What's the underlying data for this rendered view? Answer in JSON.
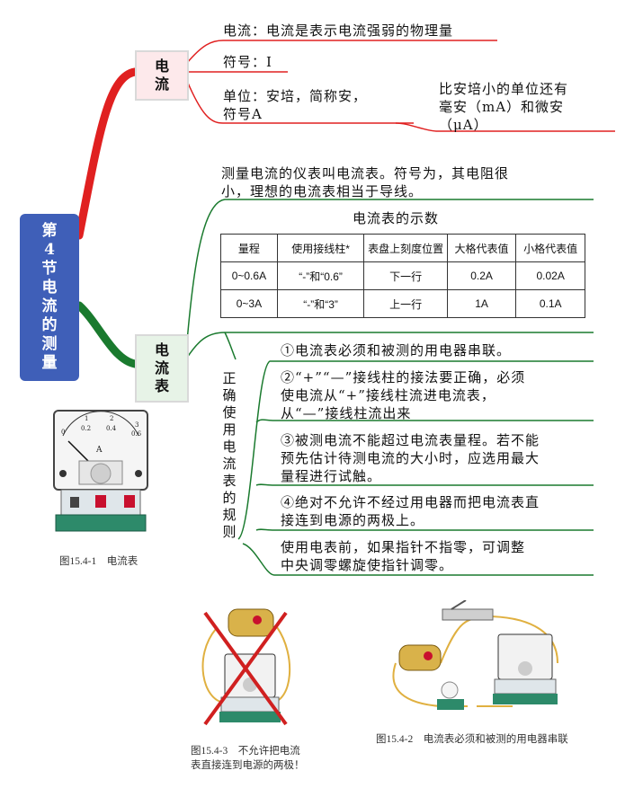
{
  "root": {
    "title": "第4节电流的测量"
  },
  "current_branch": {
    "label": "电流",
    "definition": "电流：电流是表示电流强弱的物理量",
    "symbol": "符号：I",
    "unit": "单位：安培，简称安，\n符号A",
    "subunit": "比安培小的单位还有\n毫安（mA）和微安\n（μA）"
  },
  "ammeter_branch": {
    "label": "电流表",
    "description": "测量电流的仪表叫电流表。符号为，其电阻很\n小，理想的电流表相当于导线。",
    "table": {
      "title": "电流表的示数",
      "headers": [
        "量程",
        "使用接线柱*",
        "表盘上刻度位置",
        "大格代表值",
        "小格代表值"
      ],
      "rows": [
        [
          "0~0.6A",
          "“-”和“0.6”",
          "下一行",
          "0.2A",
          "0.02A"
        ],
        [
          "0~3A",
          "“-”和“3”",
          "上一行",
          "1A",
          "0.1A"
        ]
      ]
    },
    "rules_label": "正确使用电流表的规则",
    "rules": [
      "①电流表必须和被测的用电器串联。",
      "②“+”“—”接线柱的接法要正确，必须\n使电流从“+”接线柱流进电流表，\n从“—”接线柱流出来",
      "③被测电流不能超过电流表量程。若不能\n预先估计待测电流的大小时，应选用最大\n量程进行试触。",
      "④绝对不允许不经过用电器而把电流表直\n接连到电源的两极上。",
      "使用电表前，如果指针不指零，可调整\n中央调零螺旋使指针调零。"
    ]
  },
  "figures": {
    "fig1": {
      "caption": "图15.4-1　电流表",
      "dial_labels": [
        "0",
        "0.2",
        "0.4",
        "0.6",
        "1",
        "2",
        "3"
      ],
      "unit": "A"
    },
    "fig3": {
      "caption": "图15.4-3　不允许把电流\n表直接连到电源的两极！"
    },
    "fig2": {
      "caption": "图15.4-2　电流表必须和被测的用电器串联"
    }
  },
  "colors": {
    "red_branch": "#e02020",
    "green_branch": "#1a7a2e",
    "root_bg": "#3f5fb8"
  }
}
